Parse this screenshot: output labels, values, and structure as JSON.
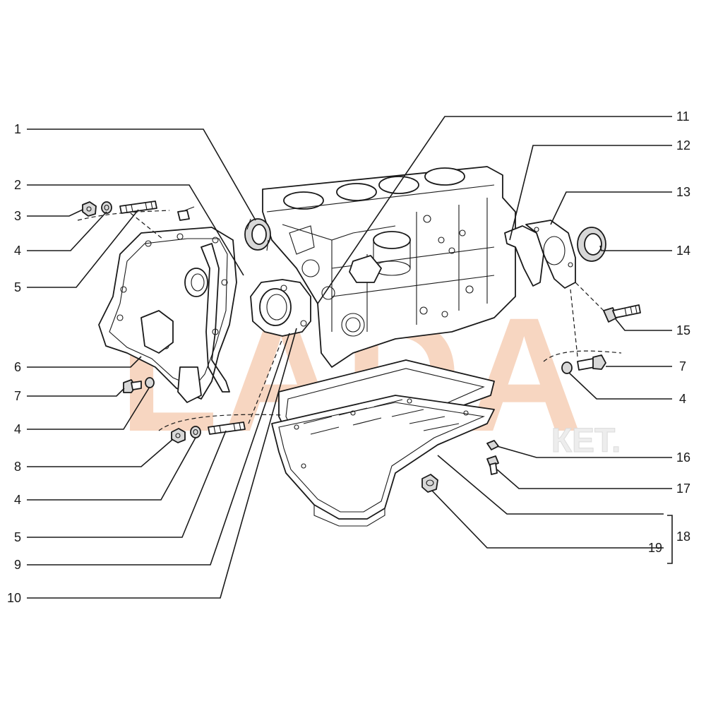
{
  "watermark": {
    "main": "LADA",
    "sub": "КЕТ.",
    "color": "#f5c9ad"
  },
  "callouts": [
    {
      "id": "c1",
      "label": "1"
    },
    {
      "id": "c2",
      "label": "2"
    },
    {
      "id": "c3",
      "label": "3"
    },
    {
      "id": "c4a",
      "label": "4"
    },
    {
      "id": "c5a",
      "label": "5"
    },
    {
      "id": "c6",
      "label": "6"
    },
    {
      "id": "c7a",
      "label": "7"
    },
    {
      "id": "c4b",
      "label": "4"
    },
    {
      "id": "c8",
      "label": "8"
    },
    {
      "id": "c4c",
      "label": "4"
    },
    {
      "id": "c5b",
      "label": "5"
    },
    {
      "id": "c9",
      "label": "9"
    },
    {
      "id": "c10",
      "label": "10"
    },
    {
      "id": "c11",
      "label": "11"
    },
    {
      "id": "c12",
      "label": "12"
    },
    {
      "id": "c13",
      "label": "13"
    },
    {
      "id": "c14",
      "label": "14"
    },
    {
      "id": "c15",
      "label": "15"
    },
    {
      "id": "c7b",
      "label": "7"
    },
    {
      "id": "c4d",
      "label": "4"
    },
    {
      "id": "c16",
      "label": "16"
    },
    {
      "id": "c17",
      "label": "17"
    },
    {
      "id": "c18",
      "label": "18"
    },
    {
      "id": "c19",
      "label": "19"
    }
  ],
  "colors": {
    "ink": "#1a1a1a",
    "background": "#ffffff"
  }
}
